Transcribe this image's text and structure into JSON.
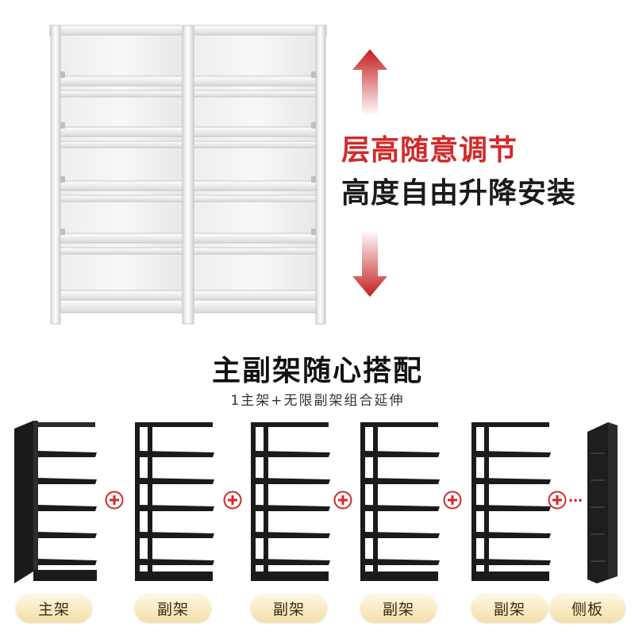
{
  "feature": {
    "line1": "层高随意调节",
    "line2": "高度自由升降安装"
  },
  "section": {
    "title": "主副架随心搭配",
    "subtitle": "1主架+无限副架组合延伸"
  },
  "plus_more": "…",
  "labels": [
    "主架",
    "副架",
    "副架",
    "副架",
    "副架",
    "侧板"
  ],
  "colors": {
    "accent_red": "#d32a2a",
    "shelf_black": "#1b1b1b",
    "label_gold": "#f3dfa8"
  },
  "icons": [
    "arrow-up-icon",
    "arrow-down-icon",
    "plus-icon"
  ]
}
